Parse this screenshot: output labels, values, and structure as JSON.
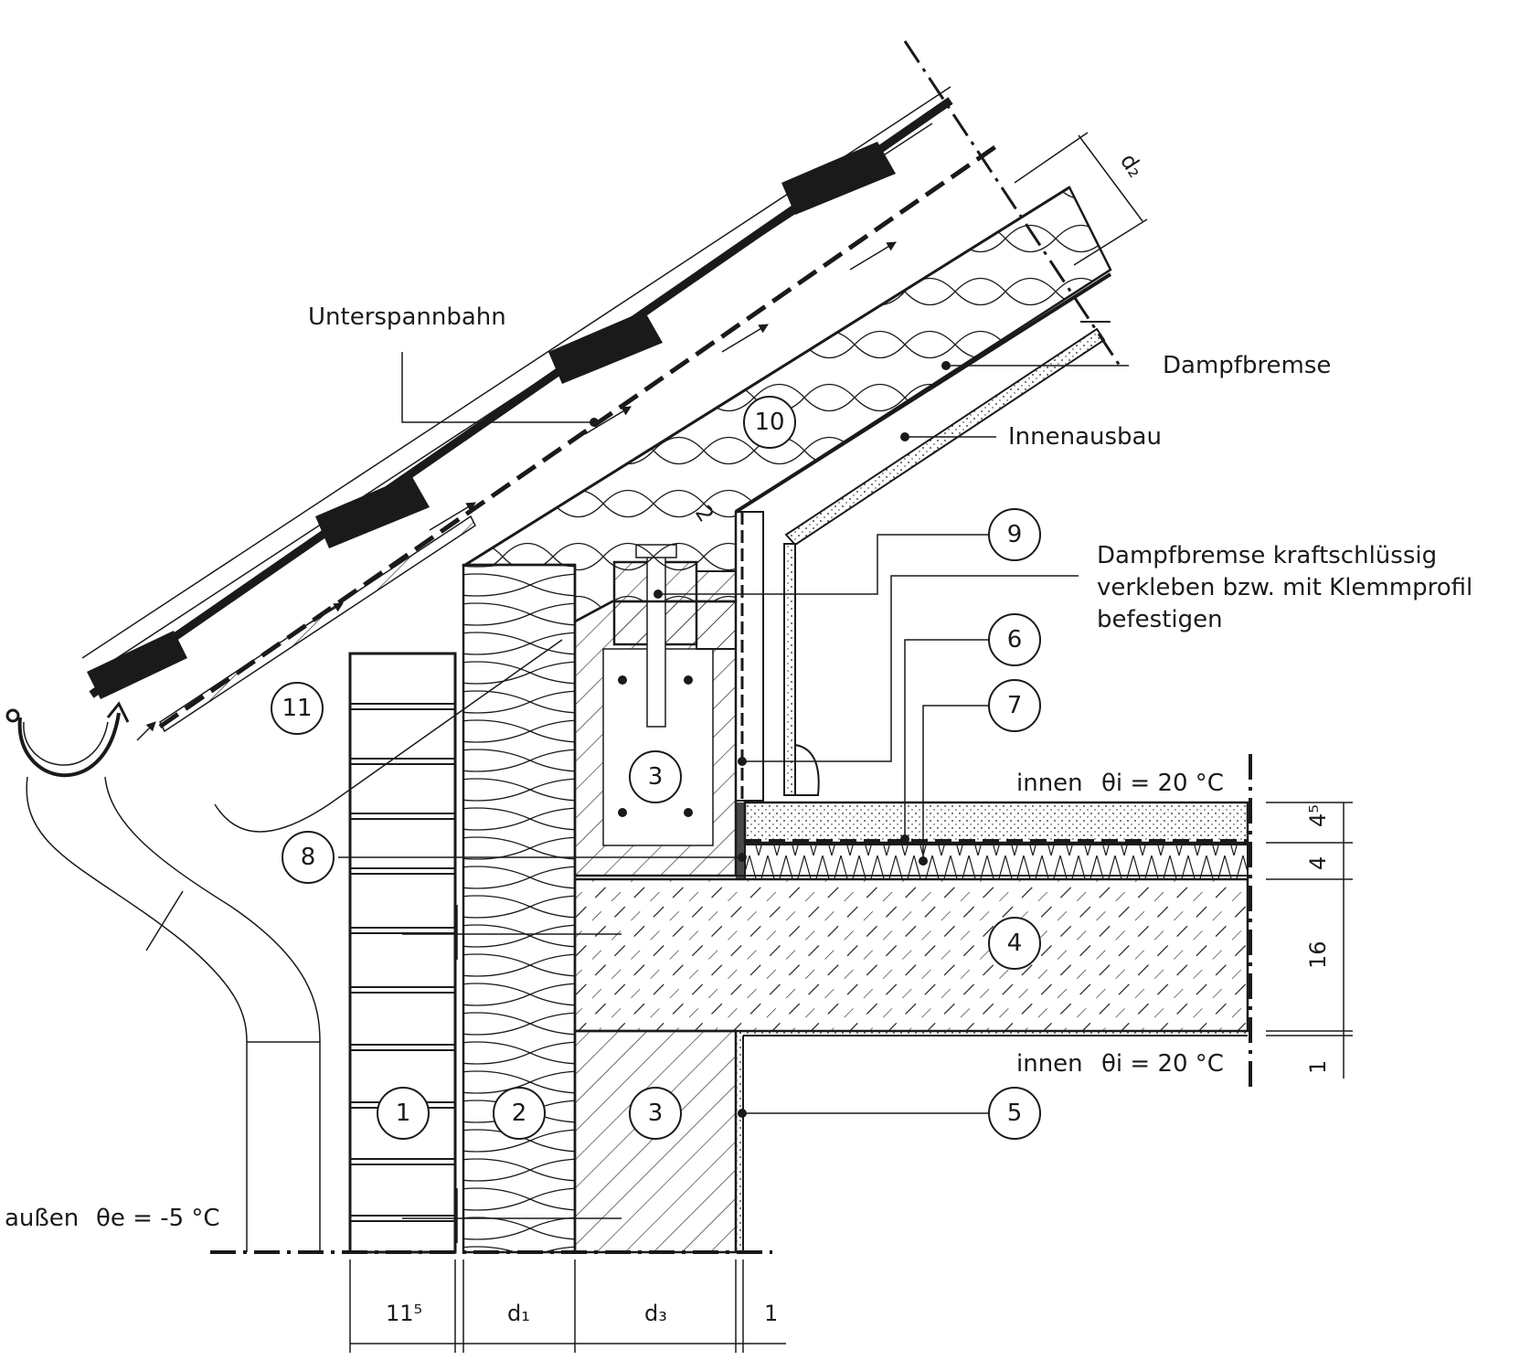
{
  "labels": {
    "unterspannbahn": "Unterspannbahn",
    "dampfbremse": "Dampfbremse",
    "innenausbau": "Innenausbau",
    "note_line1": "Dampfbremse kraftschlüssig",
    "note_line2": "verkleben bzw. mit Klemmprofil",
    "note_line3": "befestigen",
    "innen_top_word": "innen",
    "innen_top_temp": "θi = 20 °C",
    "innen_bottom_word": "innen",
    "innen_bottom_temp": "θi = 20 °C",
    "aussen_word": "außen",
    "aussen_temp": "θe = -5 °C"
  },
  "callouts": [
    "1",
    "2",
    "3",
    "3",
    "4",
    "5",
    "6",
    "7",
    "8",
    "9",
    "10",
    "11"
  ],
  "dimensions": {
    "bottom": [
      "11⁵",
      "d₁",
      "d₃",
      "1"
    ],
    "right": [
      "4⁵",
      "4",
      "16",
      "1"
    ],
    "roof": "d₂",
    "gap": "2"
  },
  "colors": {
    "line": "#1a1a1a",
    "insulation": "#1a1a1a",
    "background": "#ffffff"
  }
}
